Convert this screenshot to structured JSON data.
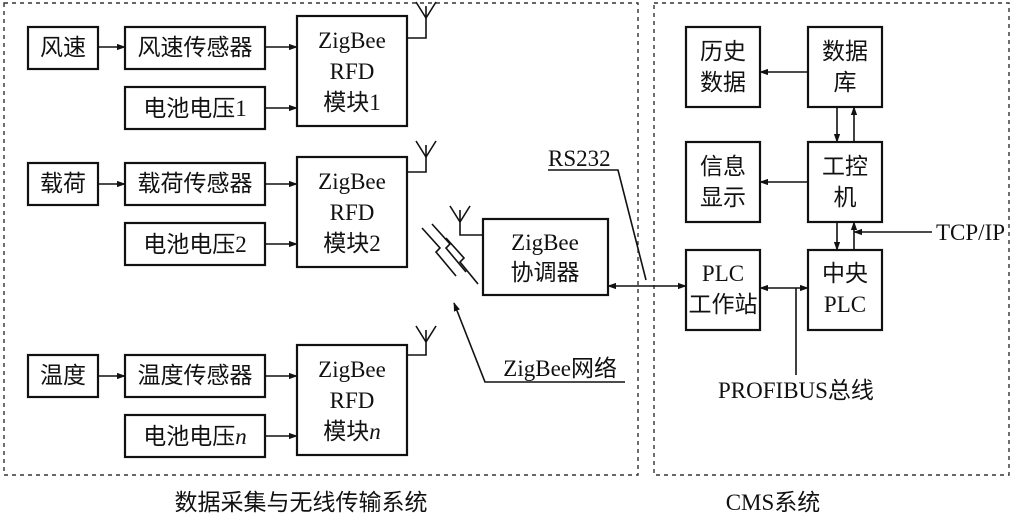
{
  "sections": {
    "acquisition": "数据采集与无线传输系统",
    "cms": "CMS系统"
  },
  "groups": [
    {
      "quantity": "风速",
      "sensor": "风速传感器",
      "battery": "电池电压1",
      "rfd": [
        "ZigBee",
        "RFD",
        "模块1"
      ]
    },
    {
      "quantity": "载荷",
      "sensor": "载荷传感器",
      "battery": "电池电压2",
      "rfd": [
        "ZigBee",
        "RFD",
        "模块2"
      ]
    },
    {
      "quantity": "温度",
      "sensor": "温度传感器",
      "battery_prefix": "电池电压",
      "battery_suffix": "n",
      "rfd_lines": [
        "ZigBee",
        "RFD"
      ],
      "rfd_prefix": "模块",
      "rfd_suffix": "n"
    }
  ],
  "coordinator": [
    "ZigBee",
    "协调器"
  ],
  "network_label": "ZigBee网络",
  "rs232_label": "RS232",
  "cms": {
    "history": [
      "历史",
      "数据"
    ],
    "database": [
      "数据",
      "库"
    ],
    "display": [
      "信息",
      "显示"
    ],
    "ipc": [
      "工控",
      "机"
    ],
    "plc_station": [
      "PLC",
      "工作站"
    ],
    "central_plc": [
      "中央",
      "PLC"
    ],
    "tcpip": "TCP/IP",
    "profibus": "PROFIBUS总线"
  }
}
